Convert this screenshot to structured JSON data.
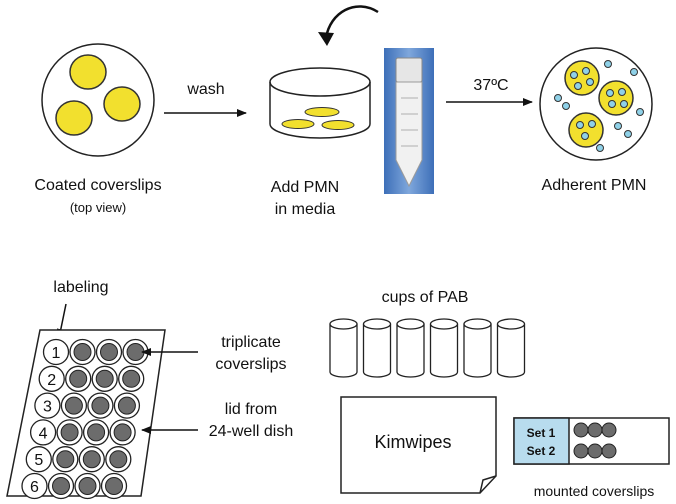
{
  "top_row": {
    "coated": {
      "label_line1": "Coated coverslips",
      "label_line2": "(top view)"
    },
    "wash_label": "wash",
    "add": {
      "label_line1": "Add PMN",
      "label_line2": "in media"
    },
    "temp_label": "37ºC",
    "adherent": {
      "label": "Adherent PMN"
    }
  },
  "bottom_row": {
    "labeling_label": "labeling",
    "well_numbers": [
      "1",
      "2",
      "3",
      "4",
      "5",
      "6"
    ],
    "triplicate": {
      "line1": "triplicate",
      "line2": "coverslips"
    },
    "lid": {
      "line1": "lid from",
      "line2": "24-well dish"
    },
    "cups_label": "cups of PAB",
    "kimwipes_label": "Kimwipes",
    "set1_label": "Set 1",
    "set2_label": "Set 2",
    "mounted_label": "mounted coverslips"
  },
  "colors": {
    "coverslip_yellow": "#f2e02e",
    "cell_blue": "#8fd1e8",
    "well_dark": "#6c6c6c",
    "set_box_blue": "#b8dcee",
    "tube_blue": "#4a7bbf"
  }
}
